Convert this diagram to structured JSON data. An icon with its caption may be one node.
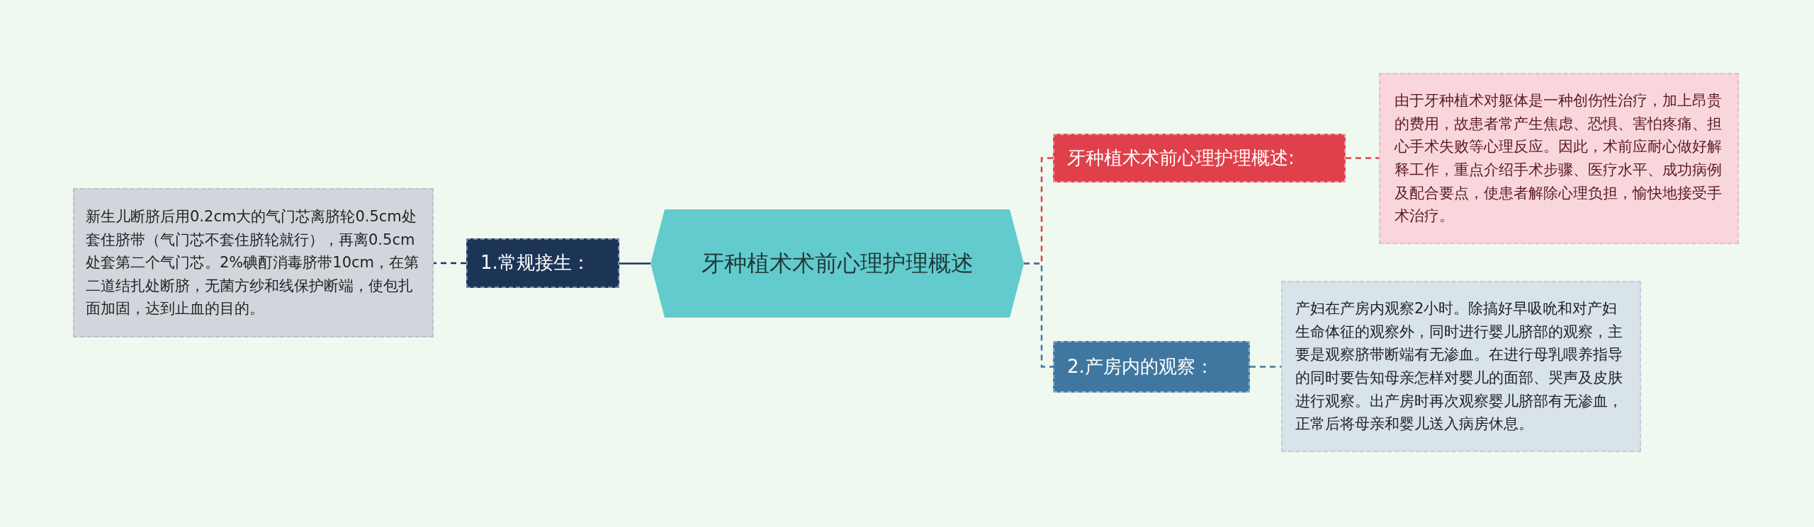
{
  "diagram": {
    "nodes": [
      {
        "text": [
          "牙种植术术前心理护理概述"
        ]
      },
      {
        "text": [
          "1.常规接生："
        ]
      },
      {
        "text": [
          "新生儿断脐后用0.2cm大的气门芯离脐轮0.5cm处套住脐带（气门芯不套住脐轮就行），再离0.5cm处套第二个气门芯。2%碘酊消毒脐带10cm，在第二道结扎处断脐，无菌方纱和线保护断端，使包扎面加固，达到止血的目的。"
        ]
      },
      {
        "text": [
          "牙种植术术前心理护理概述:"
        ]
      },
      {
        "text": [
          "由于牙种植术对躯体是一种创伤性治疗，加上昂贵的费用，故患者常产生焦虑、恐惧、害怕疼痛、担心手术失败等心理反应。因此，术前应耐心做好解释工作，重点介绍手术步骤、医疗水平、成功病例及配合要点，使患者解除心理负担，愉快地接受手术治疗。"
        ]
      },
      {
        "text": [
          "2.产房内的观察："
        ]
      },
      {
        "text": [
          "产妇在产房内观察2小时。除搞好早吸吮和对产妇生命体征的观察外，同时进行婴儿脐部的观察，主要是观察脐带断端有无渗血。在进行母乳喂养指导的同时要告知母亲怎样对婴儿的面部、哭声及皮肤进行观察。出产房时再次观察婴儿脐部有无渗血，正常后将母亲和婴儿送入病房休息。"
        ]
      }
    ],
    "edges": [
      {
        "from": 0,
        "to": 1,
        "arrow": "none",
        "color": "#1c3557"
      },
      {
        "from": 1,
        "to": 2,
        "arrow": "none",
        "style": "dashed",
        "color": "#1c3557"
      },
      {
        "from": 0,
        "to": 3,
        "arrow": "none",
        "style": "dashed",
        "color": "#e0404a"
      },
      {
        "from": 3,
        "to": 4,
        "arrow": "none",
        "style": "dashed",
        "color": "#e0404a"
      },
      {
        "from": 0,
        "to": 5,
        "arrow": "none",
        "style": "dashed",
        "color": "#3f77a0"
      },
      {
        "from": 5,
        "to": 6,
        "arrow": "none",
        "style": "dashed",
        "color": "#3f77a0"
      }
    ]
  }
}
